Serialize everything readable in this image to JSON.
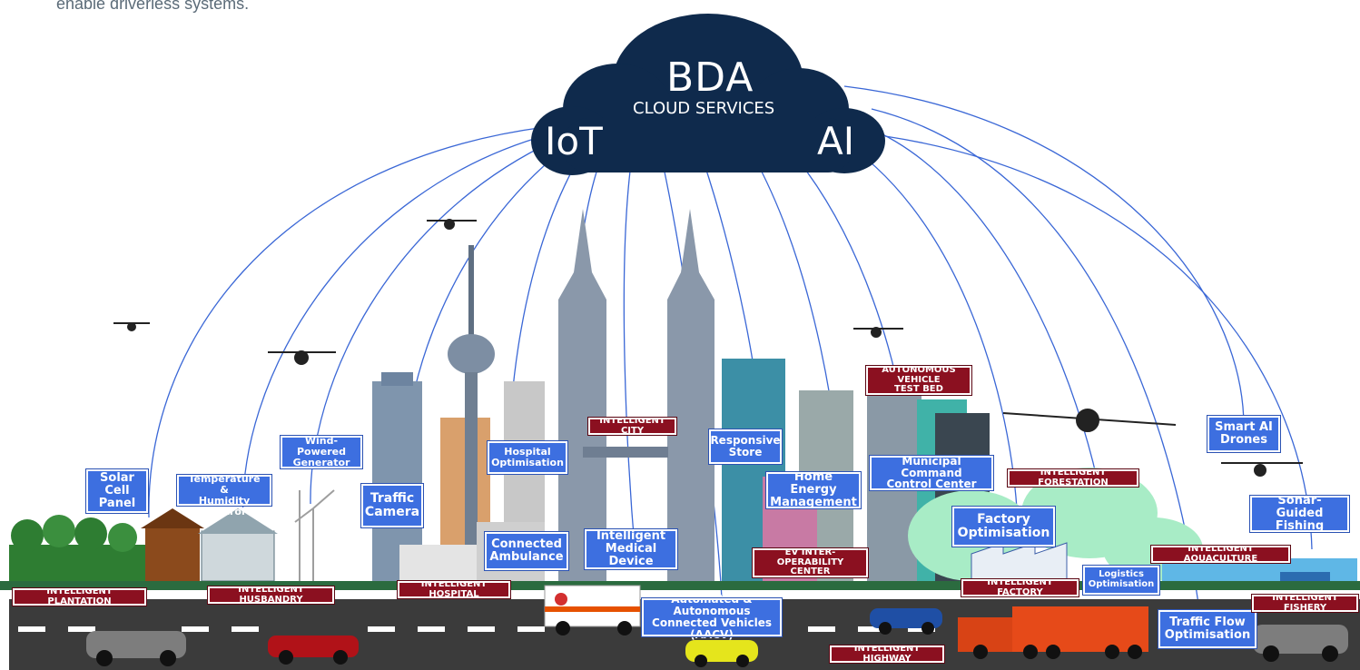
{
  "intro_text": "enable driverless systems.",
  "cloud": {
    "title": "BDA",
    "subtitle": "CLOUD SERVICES",
    "left": "IoT",
    "right": "AI"
  },
  "blue_labels": {
    "solar": "Solar Cell\nPanel",
    "air": "Air-Temperature &\nHumidity Control",
    "wind": "Wind-Powered\nGenerator",
    "traffic_camera": "Traffic\nCamera",
    "hospital_opt": "Hospital\nOptimisation",
    "ambulance": "Connected\nAmbulance",
    "medical": "Intelligent\nMedical Device",
    "store": "Responsive\nStore",
    "home": "Home Energy\nManagement",
    "municipal": "Municipal Command\nControl Center",
    "factory_opt": "Factory\nOptimisation",
    "logistics": "Logistics\nOptimisation",
    "drones": "Smart AI\nDrones",
    "sonar": "Sonar-Guided\nFishing",
    "aacv": "Automated & Autonomous\nConnected Vehicles (AACV)",
    "traffic_flow": "Traffic Flow\nOptimisation"
  },
  "red_labels": {
    "plantation": "INTELLIGENT PLANTATION",
    "husbandry": "INTELLIGENT HUSBANDRY",
    "hospital": "INTELLIGENT HOSPITAL",
    "city": "INTELLIGENT CITY",
    "ev": "EV INTER-OPERABILITY\nCENTER",
    "avtb": "AUTONOMOUS VEHICLE\nTEST BED",
    "forestation": "INTELLIGENT FORESTATION",
    "factory": "INTELLIGENT FACTORY",
    "aquaculture": "INTELLIGENT AQUACULTURE",
    "fishery": "INTELLIGENT FISHERY",
    "highway": "INTELLIGENT HIGHWAY"
  },
  "colors": {
    "cloud": "#0f2a4c",
    "link": "#3a67d6",
    "blue_label": "#3d6fe0",
    "red_label": "#8b1020",
    "road": "#3b3b3b"
  }
}
